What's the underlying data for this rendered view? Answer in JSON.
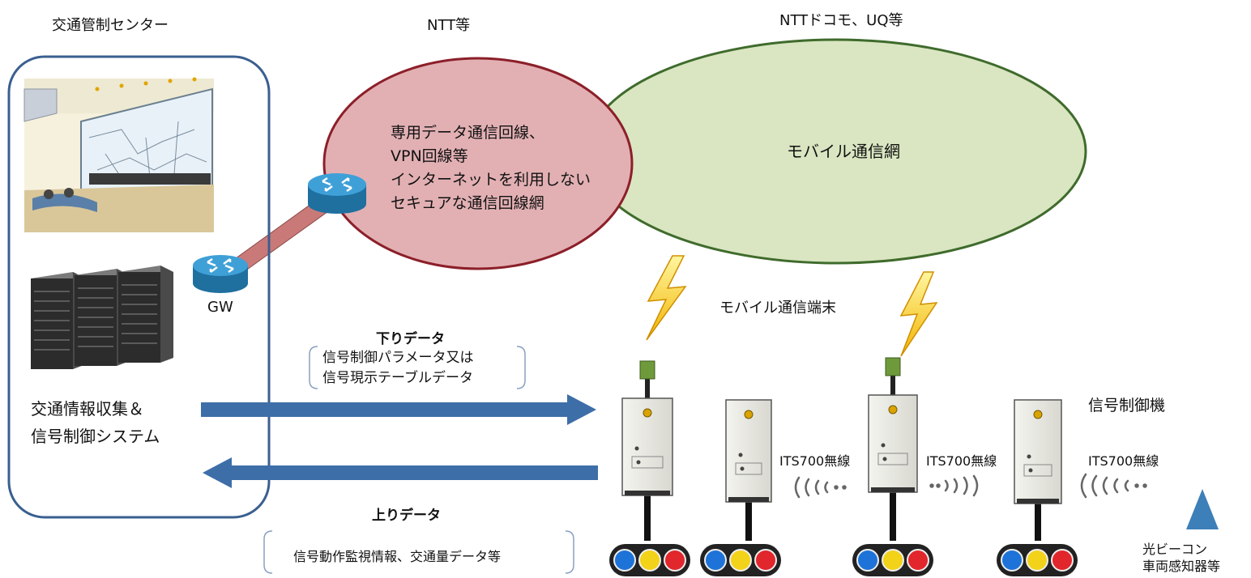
{
  "labels": {
    "center_title": "交通管制センター",
    "ntt_title": "NTT等",
    "mobile_carrier_title": "NTTドコモ、UQ等",
    "dedicated_line": [
      "専用データ通信回線、",
      "VPN回線等",
      "インターネットを利用しない",
      "セキュアな通信回線網"
    ],
    "mobile_network": "モバイル通信網",
    "gw": "GW",
    "mobile_terminal": "モバイル通信端末",
    "down_data_title": "下りデータ",
    "down_data_body": [
      "信号制御パラメータ又は",
      "信号現示テーブルデータ"
    ],
    "system_name": [
      "交通情報収集＆",
      "信号制御システム"
    ],
    "up_data_title": "上りデータ",
    "up_data_body": "信号動作監視情報、交通量データ等",
    "signal_controller": "信号制御機",
    "its_radio_1": "ITS700無線",
    "its_radio_2": "ITS700無線",
    "its_radio_3": "ITS700無線",
    "beacon": [
      "光ビーコン",
      "車両感知器等"
    ]
  },
  "colors": {
    "center_border": "#3a5f8f",
    "dedicated_fill": "#e2b0b3",
    "dedicated_stroke": "#8c1f29",
    "mobile_fill": "#d9e6c1",
    "mobile_stroke": "#3f6b2c",
    "link": "#c97a78",
    "arrow": "#3e6ea8",
    "router": "#2f8fc3",
    "beacon": "#3d7fb8",
    "lamp_blue": "#1e73d8",
    "lamp_yellow": "#f3d21a",
    "lamp_red": "#e1262c"
  }
}
